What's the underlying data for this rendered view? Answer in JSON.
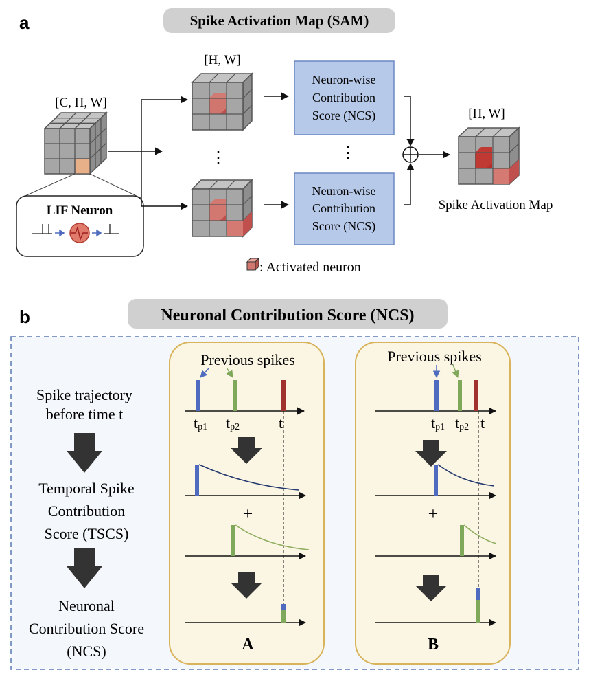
{
  "panel_a": {
    "letter": "a",
    "title": "Spike Activation Map (SAM)",
    "input_dims": "[C, H, W]",
    "map_dims_top": "[H, W]",
    "output_dims": "[H, W]",
    "lif_label": "LIF Neuron",
    "ncs_box": [
      "Neuron-wise",
      "Contribution",
      "Score (NCS)"
    ],
    "vdots": "⋮",
    "sum_symbol": "⊕",
    "output_label": "Spike Activation Map",
    "legend_label": ": Activated neuron"
  },
  "panel_b": {
    "letter": "b",
    "title": "Neuronal Contribution Score (NCS)",
    "steps": [
      [
        "Spike trajectory",
        "before time t"
      ],
      [
        "Temporal Spike",
        "Contribution",
        "Score (TSCS)"
      ],
      [
        "Neuronal",
        "Contribution Score",
        "(NCS)"
      ]
    ],
    "cases": [
      {
        "label": "A",
        "header": "Previous spikes",
        "tp1": "t",
        "tp1_sub": "p1",
        "tp2": "t",
        "tp2_sub": "p2",
        "t": "t",
        "plus": "+"
      },
      {
        "label": "B",
        "header": "Previous spikes",
        "tp1": "t",
        "tp1_sub": "p1",
        "tp2": "t",
        "tp2_sub": "p2",
        "t": "t",
        "plus": "+"
      }
    ]
  },
  "colors": {
    "title_pill": "#d0d0d0",
    "ncs_box_fill": "#b7c9e8",
    "ncs_box_stroke": "#6c88c4",
    "cube_gray": "#a6a6a6",
    "activated": "#c0504d",
    "case_fill": "#fbf5e3",
    "case_stroke": "#d8b35a",
    "blue_spike": "#4e6bbf",
    "green_spike": "#7fa85a",
    "red_spike": "#a0312e",
    "dashed_border": "#5b79b3"
  }
}
